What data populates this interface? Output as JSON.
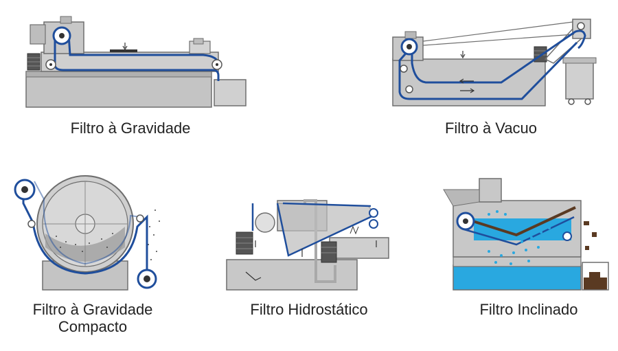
{
  "captions": {
    "gravidade": "Filtro à Gravidade",
    "vacuo": "Filtro à Vacuo",
    "compacto_line1": "Filtro à Gravidade",
    "compacto_line2": "Compacto",
    "hidrostatico": "Filtro Hidrostático",
    "inclinado": "Filtro Inclinado"
  },
  "colors": {
    "machine_body": "#c8c8c8",
    "machine_dark": "#a9a9a9",
    "outline": "#6e6e6e",
    "belt": "#1f4e9c",
    "coolant": "#29a8e0",
    "chips": "#5a3a22",
    "background": "#ffffff"
  }
}
